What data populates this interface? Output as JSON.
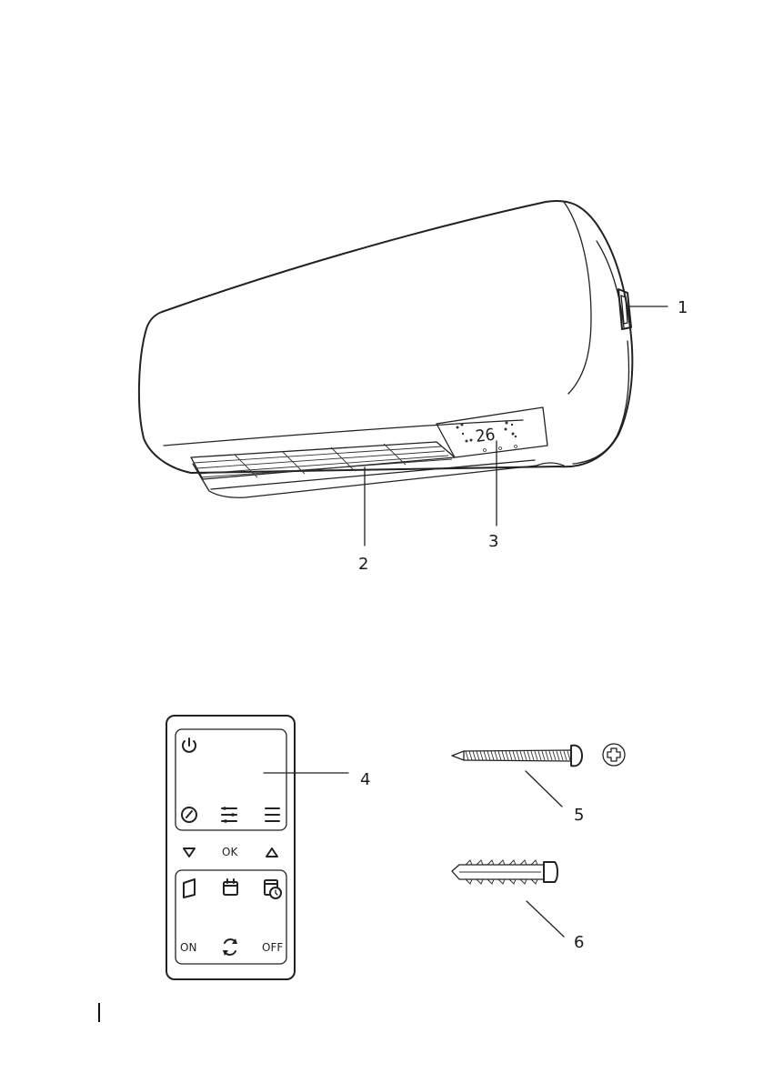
{
  "callouts": {
    "c1": "1",
    "c2": "2",
    "c3": "3",
    "c4": "4",
    "c5": "5",
    "c6": "6"
  },
  "heater": {
    "display_value": "26"
  },
  "remote": {
    "ok_label": "OK",
    "on_label": "ON",
    "off_label": "OFF",
    "icons": [
      "power-icon",
      "gauge-icon",
      "sliders-icon",
      "menu-icon",
      "down-arrow-icon",
      "up-arrow-icon",
      "window-icon",
      "calendar-icon",
      "calendar-clock-icon",
      "cycle-icon"
    ]
  },
  "hardware": {
    "screw_head_icon": "cross-head-icon"
  }
}
